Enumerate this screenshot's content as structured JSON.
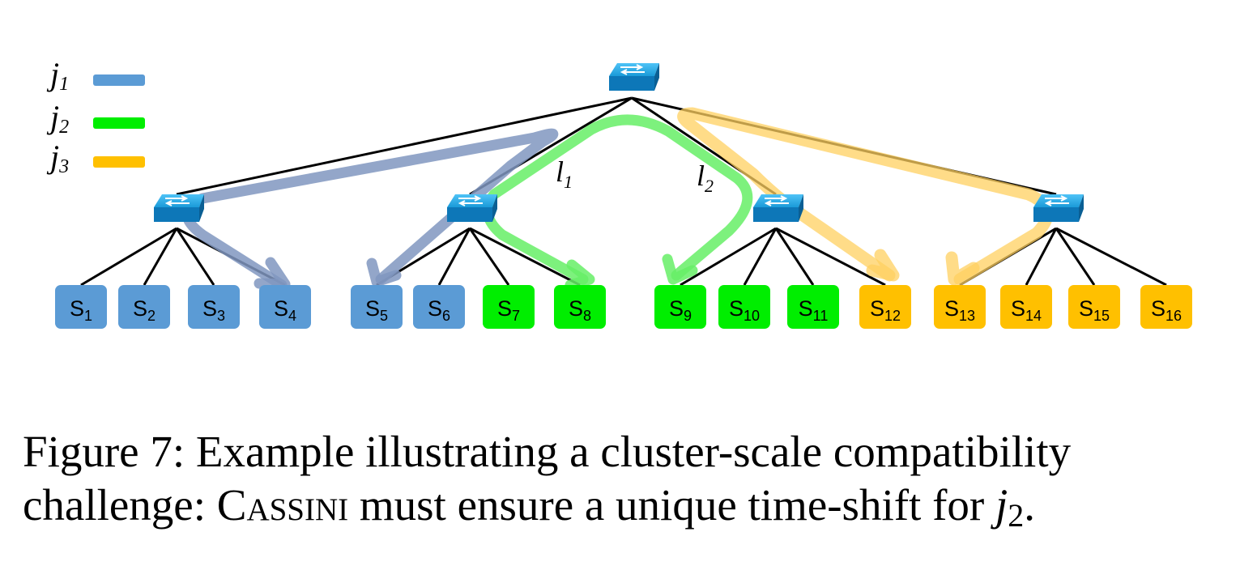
{
  "legend": [
    {
      "letter": "j",
      "sub": "1",
      "color": "#5b9bd5"
    },
    {
      "letter": "j",
      "sub": "2",
      "color": "#00ee00"
    },
    {
      "letter": "j",
      "sub": "3",
      "color": "#ffc000"
    }
  ],
  "link_labels": [
    {
      "letter": "l",
      "sub": "1"
    },
    {
      "letter": "l",
      "sub": "2"
    }
  ],
  "servers": [
    {
      "letter": "S",
      "sub": "1",
      "job": 0
    },
    {
      "letter": "S",
      "sub": "2",
      "job": 0
    },
    {
      "letter": "S",
      "sub": "3",
      "job": 0
    },
    {
      "letter": "S",
      "sub": "4",
      "job": 0
    },
    {
      "letter": "S",
      "sub": "5",
      "job": 0
    },
    {
      "letter": "S",
      "sub": "6",
      "job": 0
    },
    {
      "letter": "S",
      "sub": "7",
      "job": 1
    },
    {
      "letter": "S",
      "sub": "8",
      "job": 1
    },
    {
      "letter": "S",
      "sub": "9",
      "job": 1
    },
    {
      "letter": "S",
      "sub": "10",
      "job": 1
    },
    {
      "letter": "S",
      "sub": "11",
      "job": 1
    },
    {
      "letter": "S",
      "sub": "12",
      "job": 2
    },
    {
      "letter": "S",
      "sub": "13",
      "job": 2
    },
    {
      "letter": "S",
      "sub": "14",
      "job": 2
    },
    {
      "letter": "S",
      "sub": "15",
      "job": 2
    },
    {
      "letter": "S",
      "sub": "16",
      "job": 2
    }
  ],
  "colors": {
    "switch": "#1aa0e0",
    "flow_j1": "#8096bf",
    "flow_j2": "#66ee66",
    "flow_j3": "#ffd060"
  },
  "caption": {
    "line1": "Figure 7: Example illustrating a cluster-scale compatibility",
    "line2_a": "challenge: C",
    "line2_sc": "assini",
    "line2_b": " must ensure a unique time-shift for ",
    "line2_j": "j",
    "line2_sub": "2",
    "line2_end": "."
  }
}
